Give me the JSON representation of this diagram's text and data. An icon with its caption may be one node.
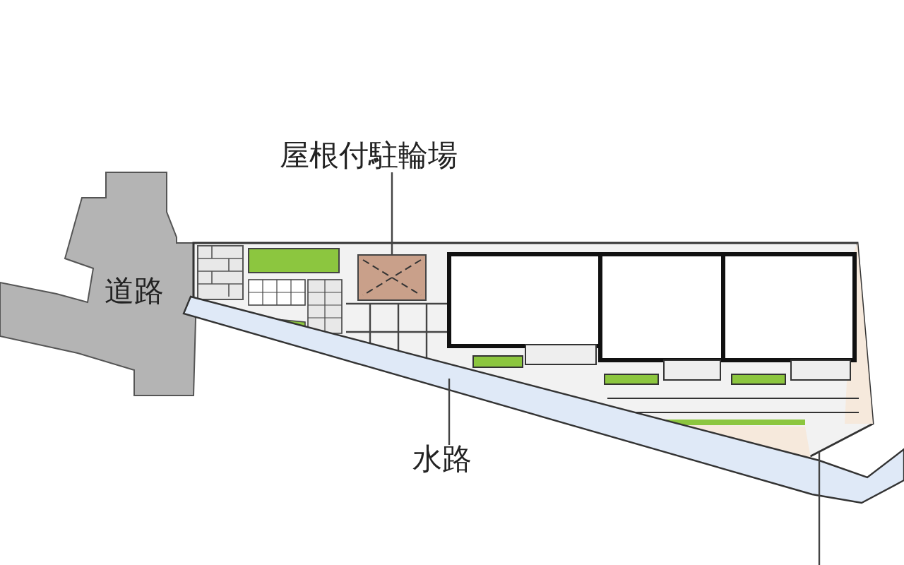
{
  "diagram": {
    "nodes": [
      {
        "text": [
          "屋根付駐輪場"
        ]
      },
      {
        "text": [],
        "shape": "box"
      },
      {
        "text": [
          "水路"
        ]
      }
    ],
    "edges": [
      {
        "from": 0,
        "to": 1,
        "arrow": "none"
      },
      {
        "from": 2,
        "to": null,
        "arrow": "none"
      }
    ],
    "labels": [
      "道路"
    ]
  }
}
